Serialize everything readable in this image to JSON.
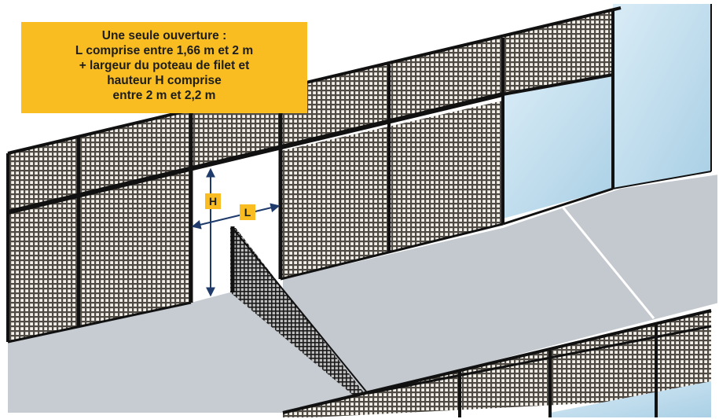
{
  "callout": {
    "lines": [
      "Une seule ouverture :",
      "L comprise entre 1,66 m et 2 m",
      "+ largeur du poteau de filet et",
      "hauteur H comprise",
      "entre 2 m et 2,2 m"
    ],
    "color": "#f9bd22"
  },
  "dimensions": {
    "height_label": "H",
    "width_label": "L",
    "arrow_color": "#1f3b6b"
  },
  "colors": {
    "court": "#c9ced4",
    "glass": "#b9dbee",
    "mesh": "#6f6a64",
    "frame": "#111111"
  }
}
